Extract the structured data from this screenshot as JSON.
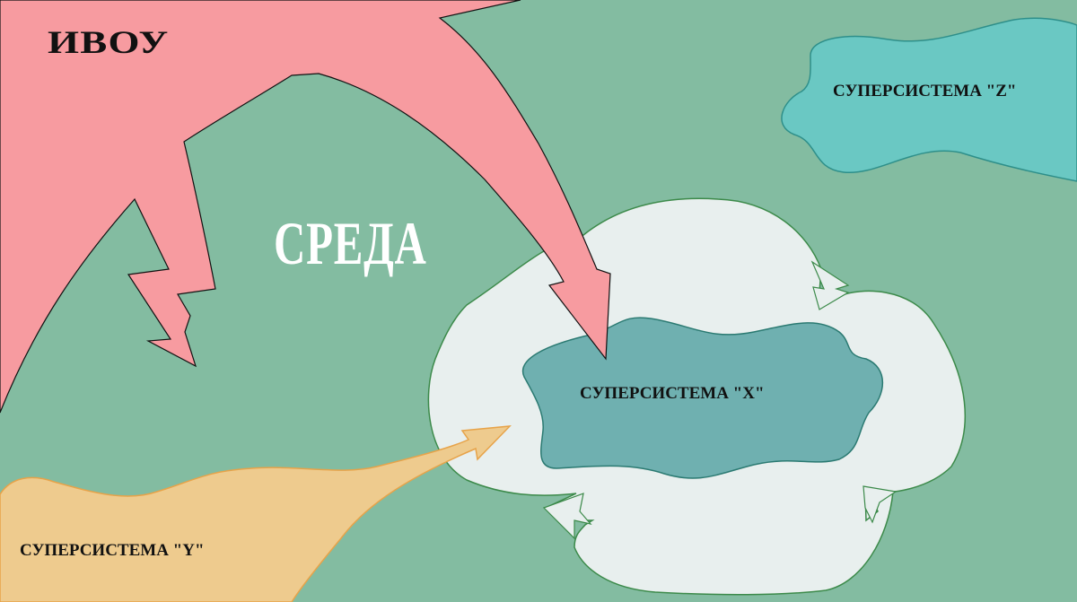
{
  "labels": {
    "ivou": "ИВОУ",
    "sreda": "СРЕДА",
    "supersystem_x": "СУПЕРСИСТЕМА \"X\"",
    "supersystem_y": "СУПЕРСИСТЕМА \"Y\"",
    "supersystem_z": "СУПЕРСИСТЕМА \"Z\""
  },
  "colors": {
    "background": "#83bca1",
    "ivou_arrow": "#f79ba0",
    "outer_blob": "#e8efee",
    "supersystem_x": "#6fb0b0",
    "supersystem_y": "#eecb8e",
    "supersystem_z": "#6ac8c3",
    "outline_green": "#3c8a4a",
    "text": "#111111",
    "sreda_text": "#ffffff"
  }
}
